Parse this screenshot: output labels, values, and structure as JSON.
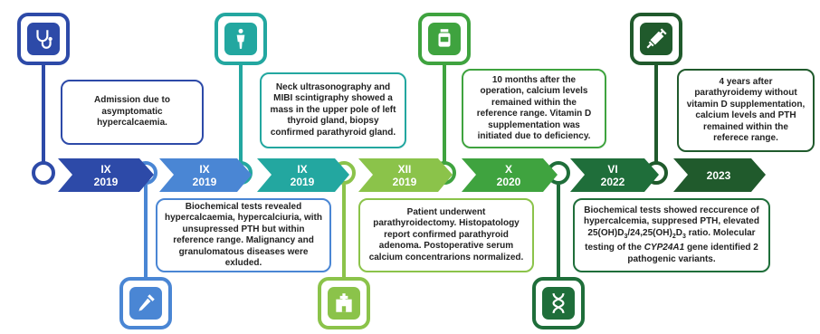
{
  "colors": {
    "c1": "#2d4aa8",
    "c2": "#4a86d4",
    "c3": "#23a7a0",
    "c4": "#8bc34a",
    "c5": "#3fa33f",
    "c6": "#1f6e3a",
    "c7": "#205a2c"
  },
  "icons": [
    "stethoscope-icon",
    "dropper-icon",
    "body-scan-icon",
    "hospital-icon",
    "medicine-bottle-icon",
    "dna-icon",
    "syringe-icon"
  ],
  "timeline": [
    {
      "month": "IX",
      "year": "2019"
    },
    {
      "month": "IX",
      "year": "2019"
    },
    {
      "month": "IX",
      "year": "2019"
    },
    {
      "month": "XII",
      "year": "2019"
    },
    {
      "month": "X",
      "year": "2020"
    },
    {
      "month": "VI",
      "year": "2022"
    },
    {
      "month": "",
      "year": "2023"
    }
  ],
  "events": {
    "e1": "Admission due to asymptomatic hypercalcaemia.",
    "e2": "Biochemical tests revealed hypercalcaemia, hypercalciuria, with unsupressed PTH but within reference range. Malignancy and granulomatous diseases were exluded.",
    "e3": "Neck ultrasonography and MIBI scintigraphy showed a mass in the upper pole of left thyroid gland, biopsy confirmed parathyroid gland.",
    "e4": "Patient underwent parathyroidectomy. Histopatology report confirmed parathyroid adenoma. Postoperative serum calcium concentrarions normalized.",
    "e5": "10 months after the operation, calcium levels remained within the reference range. Vitamin D supplementation was initiated due to deficiency.",
    "e6_line1": "Biochemical tests showed reccurence of hypercalcemia, suppresed PTH, elevated",
    "e6_ratio_a": "25(OH)D",
    "e6_sub1": "3",
    "e6_ratio_b": "/24,25(OH)",
    "e6_sub2": "2",
    "e6_ratio_c": "D",
    "e6_sub3": "3",
    "e6_ratio_d": " ratio.",
    "e6_line3a": "Molecular testing of the ",
    "e6_gene": "CYP24A1",
    "e6_line3b": " gene identified 2 pathogenic variants.",
    "e7": "4 years after parathyroidemy without vitamin D supplementation, calcium levels and PTH remained within the referece range."
  }
}
